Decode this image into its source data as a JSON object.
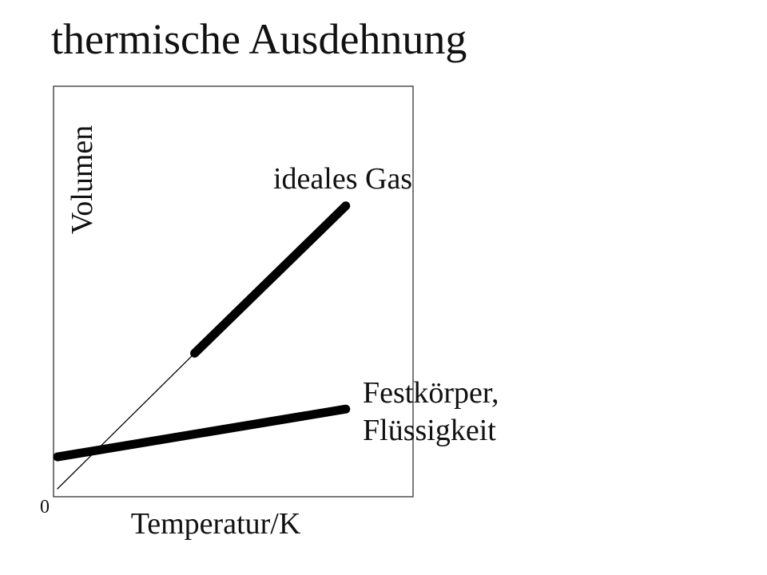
{
  "slide": {
    "title": "thermische Ausdehnung"
  },
  "chart_data": {
    "type": "line",
    "title": "thermische Ausdehnung",
    "xlabel": "Temperatur/K",
    "ylabel": "Volumen",
    "origin_label": "0",
    "xlim": [
      0,
      10
    ],
    "ylim": [
      0,
      10
    ],
    "grid": false,
    "series": [
      {
        "name": "ideales Gas",
        "line_color": "#000000",
        "extrapolation": [
          [
            0,
            0
          ],
          [
            3.9,
            3.4
          ]
        ],
        "measured": [
          [
            3.9,
            3.4
          ],
          [
            8.2,
            7.1
          ]
        ]
      },
      {
        "name": "Festkörper, Flüssigkeit",
        "line_color": "#000000",
        "name_lines": [
          "Festkörper,",
          "Flüssigkeit"
        ],
        "measured": [
          [
            0,
            0.8
          ],
          [
            8.2,
            2.0
          ]
        ]
      }
    ]
  }
}
